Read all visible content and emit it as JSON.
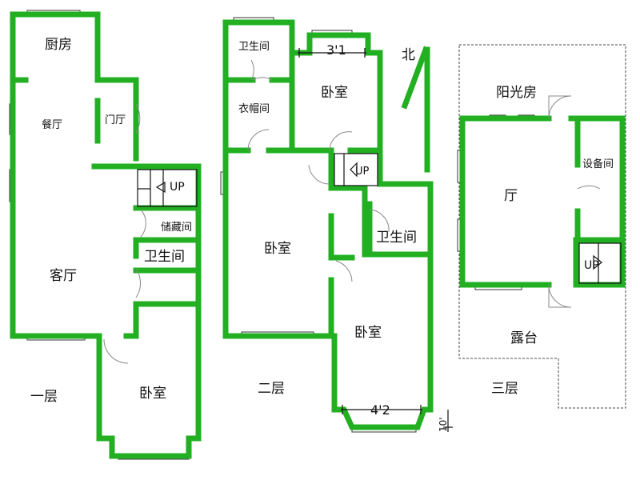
{
  "floor1": {
    "level": "一层",
    "rooms": {
      "kitchen": "厨房",
      "dining": "餐厅",
      "foyer": "门厅",
      "storage": "储藏间",
      "bath": "卫生间",
      "living": "客厅",
      "bedroom": "卧室"
    },
    "stair_up": "UP"
  },
  "floor2": {
    "level": "二层",
    "rooms": {
      "bath_small": "卫生间",
      "cloakroom": "衣帽间",
      "bedroom_north": "卧室",
      "bedroom_west": "卧室",
      "bath": "卫生间",
      "bedroom_south": "卧室"
    },
    "dim_top": "3'1",
    "dim_bottom": "4'2",
    "stair_up": "UP",
    "north": "北",
    "dim_side": "10'"
  },
  "floor3": {
    "level": "三层",
    "rooms": {
      "sunroom": "阳光房",
      "equipment": "设备间",
      "hall": "厅",
      "terrace": "露台"
    },
    "stair_up": "UP"
  },
  "colors": {
    "wall": "#22b022",
    "text": "#111111",
    "background": "#ffffff"
  }
}
